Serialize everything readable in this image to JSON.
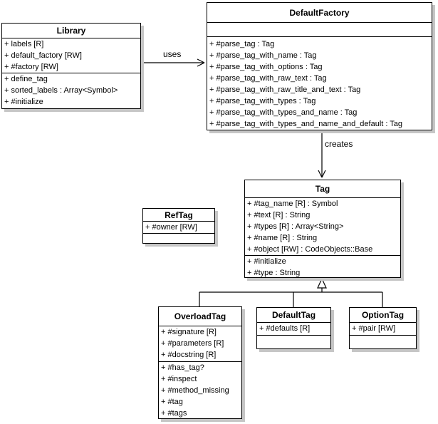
{
  "classes": {
    "library": {
      "title": "Library",
      "attributes": [
        "+ labels [R]",
        "+ default_factory [RW]",
        "+ #factory [RW]"
      ],
      "methods": [
        "+ define_tag",
        "+ sorted_labels : Array<Symbol>",
        "+ #initialize"
      ]
    },
    "default_factory": {
      "title": "DefaultFactory",
      "attributes": [],
      "methods": [
        "+ #parse_tag : Tag",
        "+ #parse_tag_with_name : Tag",
        "+ #parse_tag_with_options : Tag",
        "+ #parse_tag_with_raw_text : Tag",
        "+ #parse_tag_with_raw_title_and_text : Tag",
        "+ #parse_tag_with_types : Tag",
        "+ #parse_tag_with_types_and_name : Tag",
        "+ #parse_tag_with_types_and_name_and_default : Tag"
      ]
    },
    "tag": {
      "title": "Tag",
      "attributes": [
        "+ #tag_name [R] : Symbol",
        "+ #text [R] : String",
        "+ #types [R] : Array<String>",
        "+ #name [R] : String",
        "+ #object [RW] : CodeObjects::Base"
      ],
      "methods": [
        "+ #initialize",
        "+ #type : String"
      ]
    },
    "ref_tag": {
      "title": "RefTag",
      "attributes": [
        "+ #owner [RW]"
      ],
      "methods": []
    },
    "overload_tag": {
      "title": "OverloadTag",
      "attributes": [
        "+ #signature [R]",
        "+ #parameters [R]",
        "+ #docstring [R]"
      ],
      "methods": [
        "+ #has_tag?",
        "+ #inspect",
        "+ #method_missing",
        "+ #tag",
        "+ #tags"
      ]
    },
    "default_tag": {
      "title": "DefaultTag",
      "attributes": [
        "+ #defaults [R]"
      ],
      "methods": []
    },
    "option_tag": {
      "title": "OptionTag",
      "attributes": [
        "+ #pair [RW]"
      ],
      "methods": []
    }
  },
  "connectors": {
    "uses_label": "uses",
    "creates_label": "creates"
  },
  "colors": {
    "background": "#ffffff",
    "box_fill": "#ffffff",
    "border": "#000000",
    "shadow": "#c6c6c6",
    "line": "#000000"
  }
}
